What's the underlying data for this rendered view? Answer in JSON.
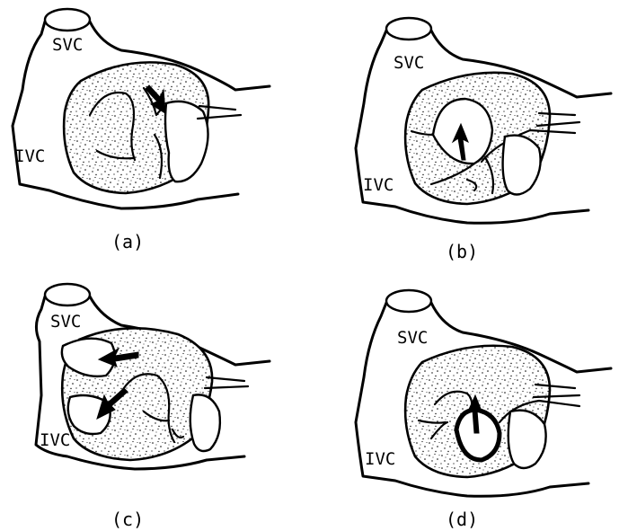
{
  "panels": [
    {
      "caption": "(a)",
      "svc_label": "SVC",
      "ivc_label": "IVC"
    },
    {
      "caption": "(b)",
      "svc_label": "SVC",
      "ivc_label": "IVC"
    },
    {
      "caption": "(c)",
      "svc_label": "SVC",
      "ivc_label": "IVC"
    },
    {
      "caption": "(d)",
      "svc_label": "SVC",
      "ivc_label": "IVC"
    }
  ]
}
